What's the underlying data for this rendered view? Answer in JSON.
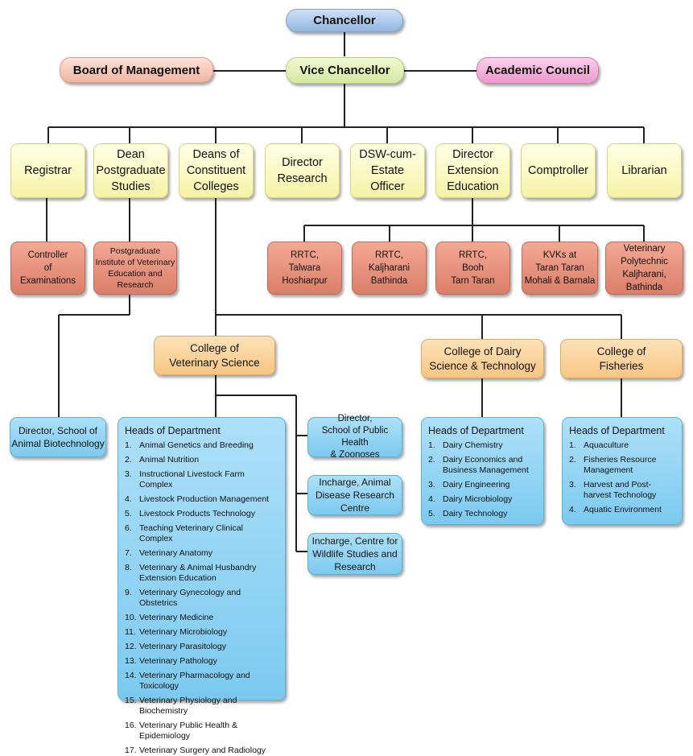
{
  "top": {
    "chancellor": "Chancellor",
    "vice_chancellor": "Vice Chancellor",
    "board": "Board of Management",
    "academic": "Academic Council"
  },
  "officers": {
    "registrar": "Registrar",
    "dean_pg": "Dean\nPostgraduate\nStudies",
    "deans_colleges": "Deans of\nConstituent\nColleges",
    "director_research": "Director\nResearch",
    "dsw": "DSW-cum-\nEstate\nOfficer",
    "director_extension": "Director\nExtension\nEducation",
    "comptroller": "Comptroller",
    "librarian": "Librarian"
  },
  "units": {
    "controller": "Controller\nof\nExaminations",
    "pg_institute": "Postgraduate\nInstitute of Veterinary\nEducation and\nResearch",
    "rrtc_talwara": "RRTC,\nTalwara\nHoshiarpur",
    "rrtc_kaljharani": "RRTC,\nKaljharani\nBathinda",
    "rrtc_booh": "RRTC,\nBooh\nTarn Taran",
    "kvks": "KVKs at\nTaran Taran\nMohali & Barnala",
    "vet_poly": "Veterinary\nPolytechnic\nKaljharani,\nBathinda"
  },
  "colleges": {
    "vet_science": "College of\nVeterinary Science",
    "dairy": "College of Dairy\nScience & Technology",
    "fisheries": "College of\nFisheries"
  },
  "sub_units": {
    "animal_biotech": "Director, School of\nAnimal Biotechnology",
    "public_health": "Director,\nSchool of Public Health\n& Zoonoses",
    "disease_research": "Incharge, Animal\nDisease Research\nCentre",
    "wildlife": "Incharge, Centre for\nWildlife Studies and\nResearch"
  },
  "hod_vet": {
    "title": "Heads of Department",
    "items": [
      {
        "n": "1.",
        "t": "Animal Genetics and Breeding"
      },
      {
        "n": "2.",
        "t": "Animal Nutrition"
      },
      {
        "n": "3.",
        "t": "Instructional Livestock Farm Complex"
      },
      {
        "n": "4.",
        "t": "Livestock Production Management"
      },
      {
        "n": "5.",
        "t": "Livestock Products Technology"
      },
      {
        "n": "6.",
        "t": "Teaching Veterinary Clinical Complex"
      },
      {
        "n": "7.",
        "t": "Veterinary Anatomy"
      },
      {
        "n": "8.",
        "t": "Veterinary & Animal Husbandry Extension Education"
      },
      {
        "n": "9.",
        "t": "Veterinary Gynecology and Obstetrics"
      },
      {
        "n": "10.",
        "t": "Veterinary Medicine"
      },
      {
        "n": "11.",
        "t": "Veterinary Microbiology"
      },
      {
        "n": "12.",
        "t": "Veterinary Parasitology"
      },
      {
        "n": "13.",
        "t": "Veterinary Pathology"
      },
      {
        "n": "14.",
        "t": "Veterinary Pharmacology and Toxicology"
      },
      {
        "n": "15.",
        "t": "Veterinary Physiology and Biochemistry"
      },
      {
        "n": "16.",
        "t": "Veterinary Public Health & Epidemiology"
      },
      {
        "n": "17.",
        "t": "Veterinary Surgery and Radiology"
      }
    ]
  },
  "hod_dairy": {
    "title": "Heads of Department",
    "items": [
      {
        "n": "1.",
        "t": "Dairy Chemistry"
      },
      {
        "n": "2.",
        "t": "Dairy Economics and Business Management"
      },
      {
        "n": "3.",
        "t": "Dairy Engineering"
      },
      {
        "n": "4.",
        "t": "Dairy Microbiology"
      },
      {
        "n": "5.",
        "t": "Dairy Technology"
      }
    ]
  },
  "hod_fish": {
    "title": "Heads of Department",
    "items": [
      {
        "n": "1.",
        "t": "Aquaculture"
      },
      {
        "n": "2.",
        "t": "Fisheries Resource Management"
      },
      {
        "n": "3.",
        "t": "Harvest and Post-harvest Technology"
      },
      {
        "n": "4.",
        "t": "Aquatic Environment"
      }
    ]
  }
}
